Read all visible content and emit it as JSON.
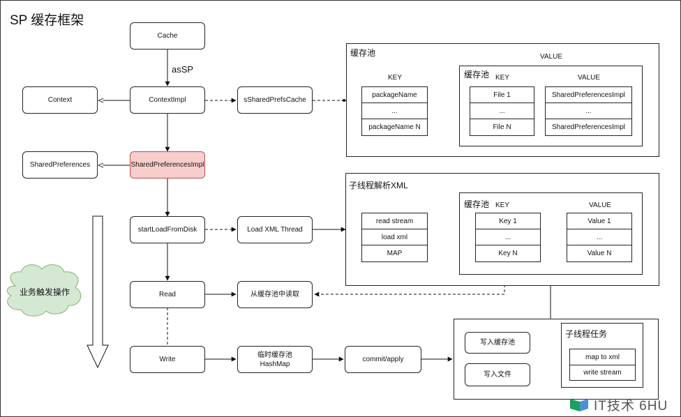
{
  "title": "SP 缓存框架",
  "nodes": {
    "cache": "Cache",
    "as_sp": "asSP",
    "context_impl": "ContextImpl",
    "context": "Context",
    "shared_prefs_cache": "sSharedPrefsCache",
    "shared_preferences_impl": "SharedPreferencesImpl",
    "shared_preferences": "SharedPreferences",
    "start_load": "startLoadFromDisk",
    "load_xml_thread": "Load XML Thread",
    "read": "Read",
    "read_from_pool": "从缓存池中读取",
    "write": "Write",
    "temp_pool": "临时缓存池",
    "hashmap": "HashMap",
    "commit_apply": "commit/apply",
    "write_pool": "写入缓存池",
    "write_file": "写入文件"
  },
  "cloud": "业务触发操作",
  "pool_group": {
    "title": "缓存池",
    "key_header": "KEY",
    "value_header": "VALUE",
    "keys": [
      "packageName",
      "...",
      "packageName N"
    ],
    "inner": {
      "title": "缓存池",
      "key_header": "KEY",
      "value_header": "VALUE",
      "keys": [
        "File 1",
        "...",
        "File N"
      ],
      "values": [
        "SharedPreferencesImpl",
        "...",
        "SharedPreferencesImpl"
      ]
    }
  },
  "thread_group": {
    "title": "子线程解析XML",
    "steps": [
      "read stream",
      "load xml",
      "MAP"
    ],
    "inner": {
      "title": "缓存池",
      "key_header": "KEY",
      "value_header": "VALUE",
      "keys": [
        "Key 1",
        "...",
        "Key N"
      ],
      "values": [
        "Value 1",
        "...",
        "Value N"
      ]
    }
  },
  "task_group": {
    "title": "子线程任务",
    "steps": [
      "map to xml",
      "write stream"
    ]
  },
  "watermark": "IT技术 6HU",
  "colors": {
    "highlight_fill": "#f8cecc",
    "highlight_border": "#b85450",
    "cloud_fill": "#d5e8d4",
    "watermark_green": "#1aa260",
    "watermark_blue": "#4a90d9"
  }
}
